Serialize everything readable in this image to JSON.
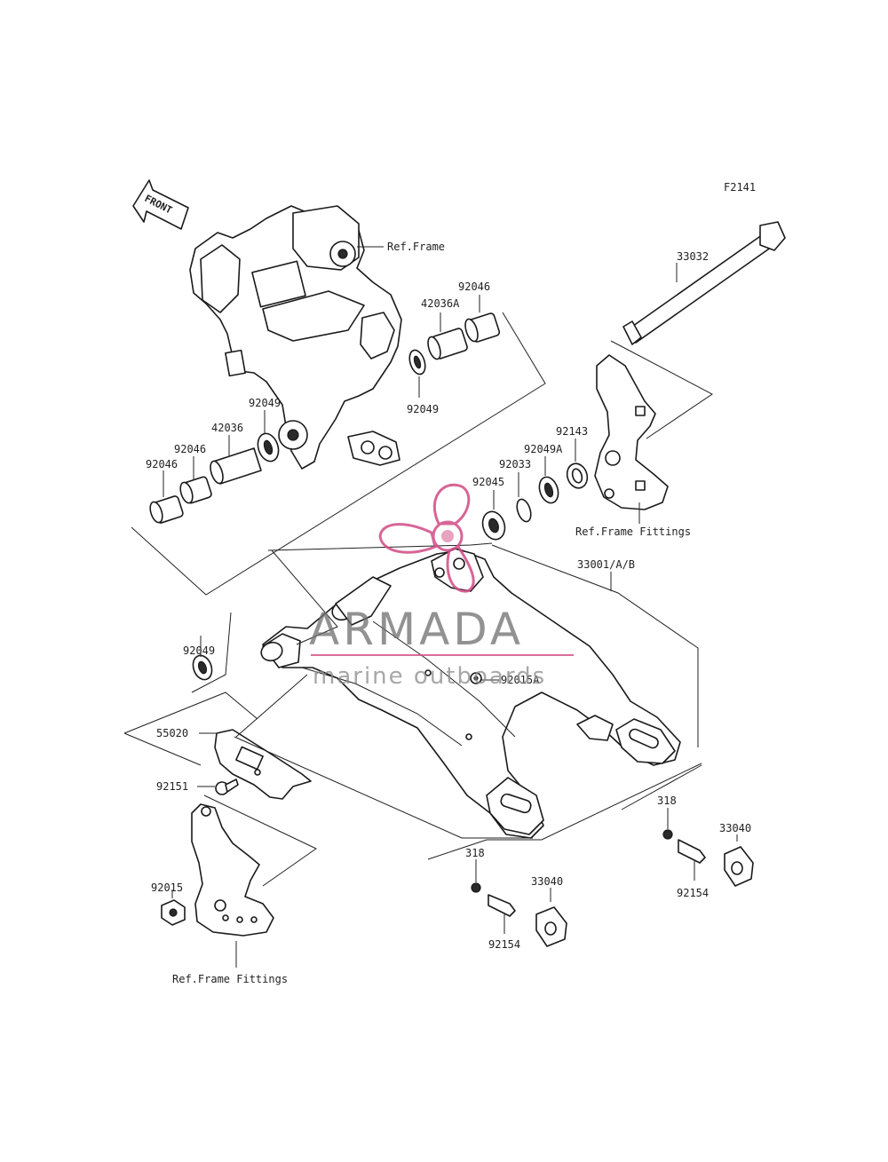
{
  "figure_code": "F2141",
  "front_arrow_label": "FRONT",
  "watermark": {
    "brand": "ARMADA",
    "tagline": "marine outboards",
    "color": "#d14b84"
  },
  "ref_labels": {
    "frame": "Ref.Frame",
    "frame_fittings_right": "Ref.Frame Fittings",
    "frame_fittings_left": "Ref.Frame Fittings"
  },
  "part_labels": {
    "p33032": "33032",
    "p92046_top": "92046",
    "p42036a": "42036A",
    "p92049_top": "92049",
    "p92049_mid": "92049",
    "p42036": "42036",
    "p92046_a": "92046",
    "p92046_b": "92046",
    "p92143": "92143",
    "p92049a": "92049A",
    "p92033": "92033",
    "p92045": "92045",
    "p33001": "33001/A/B",
    "p92049_low": "92049",
    "p92015a": "92015A",
    "p55020": "55020",
    "p92151": "92151",
    "p92015": "92015",
    "p318_right": "318",
    "p33040_right": "33040",
    "p92154_right": "92154",
    "p318_left": "318",
    "p33040_left": "33040",
    "p92154_left": "92154"
  }
}
